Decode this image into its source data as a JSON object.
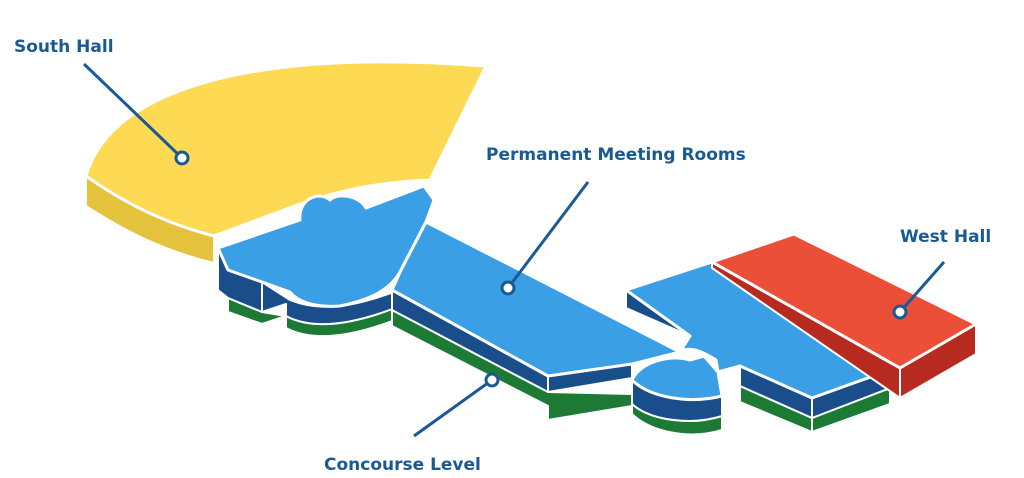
{
  "colors": {
    "south_hall_top": "#fdd954",
    "south_hall_side": "#e5c23c",
    "meeting_top": "#3b9fe6",
    "meeting_side": "#1a4e8a",
    "concourse": "#1c7a34",
    "west_hall_top": "#ec4f37",
    "west_hall_side": "#b72a20",
    "label_text": "#1a5a94",
    "leader_line": "#1a5a94"
  },
  "labels": {
    "south_hall": "South Hall",
    "meeting_rooms": "Permanent Meeting Rooms",
    "west_hall": "West Hall",
    "concourse": "Concourse Level"
  }
}
